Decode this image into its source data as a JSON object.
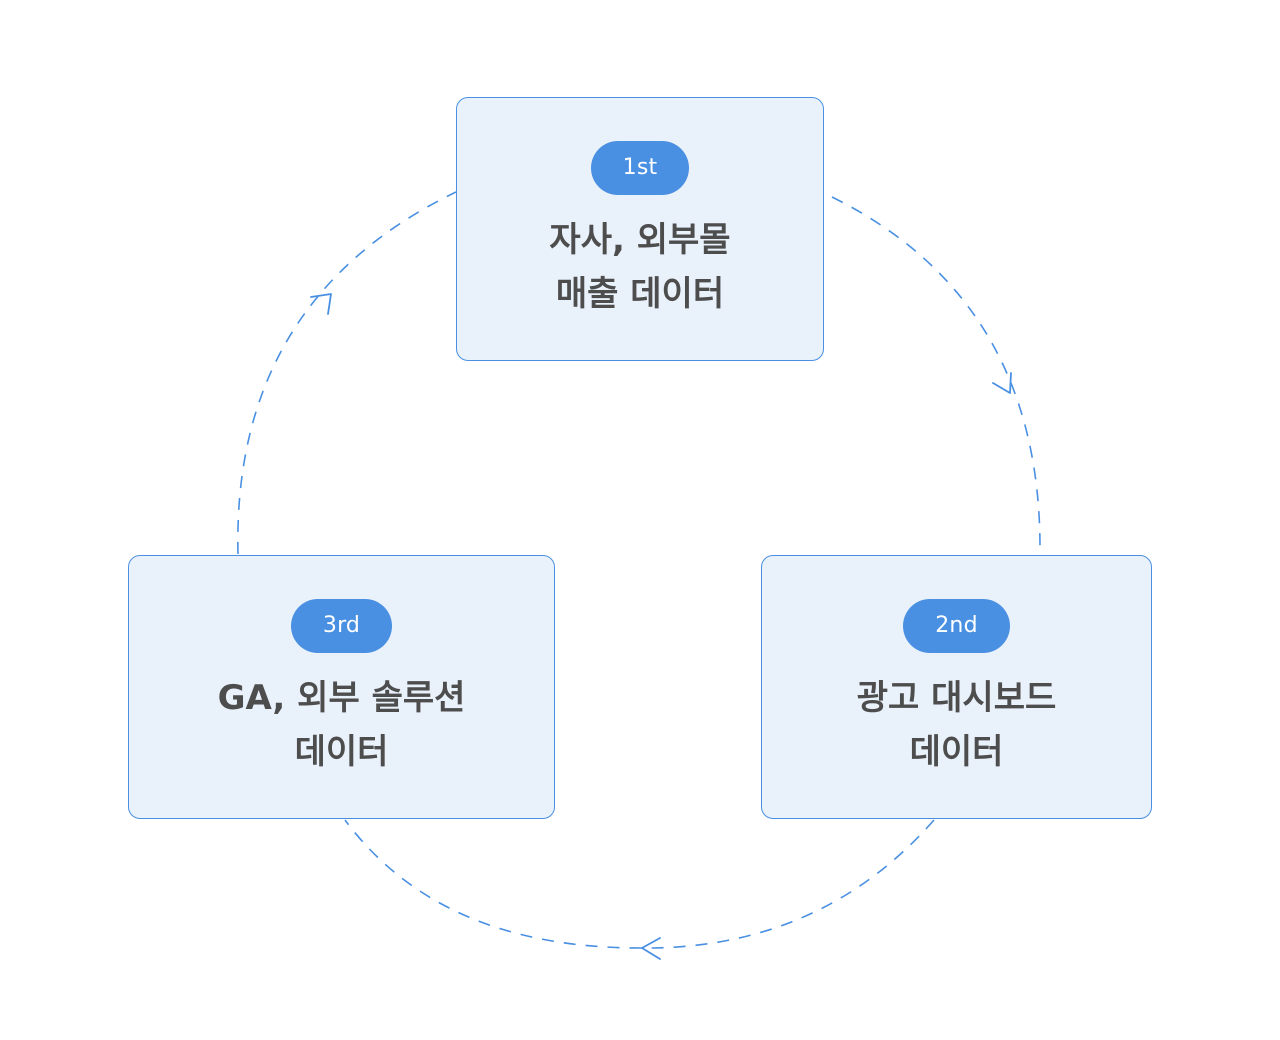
{
  "colors": {
    "accent": "#4a90e2",
    "node_fill": "#e9f1fb",
    "title_text": "#4d4d4d",
    "badge_text": "#ffffff",
    "background": "#ffffff"
  },
  "cycle": {
    "direction": "clockwise",
    "line_style": "dashed"
  },
  "nodes": [
    {
      "badge": "1st",
      "line1": "자사, 외부몰",
      "line2": "매출 데이터"
    },
    {
      "badge": "2nd",
      "line1": "광고 대시보드",
      "line2": "데이터"
    },
    {
      "badge": "3rd",
      "line1": "GA, 외부 솔루션",
      "line2": "데이터"
    }
  ]
}
